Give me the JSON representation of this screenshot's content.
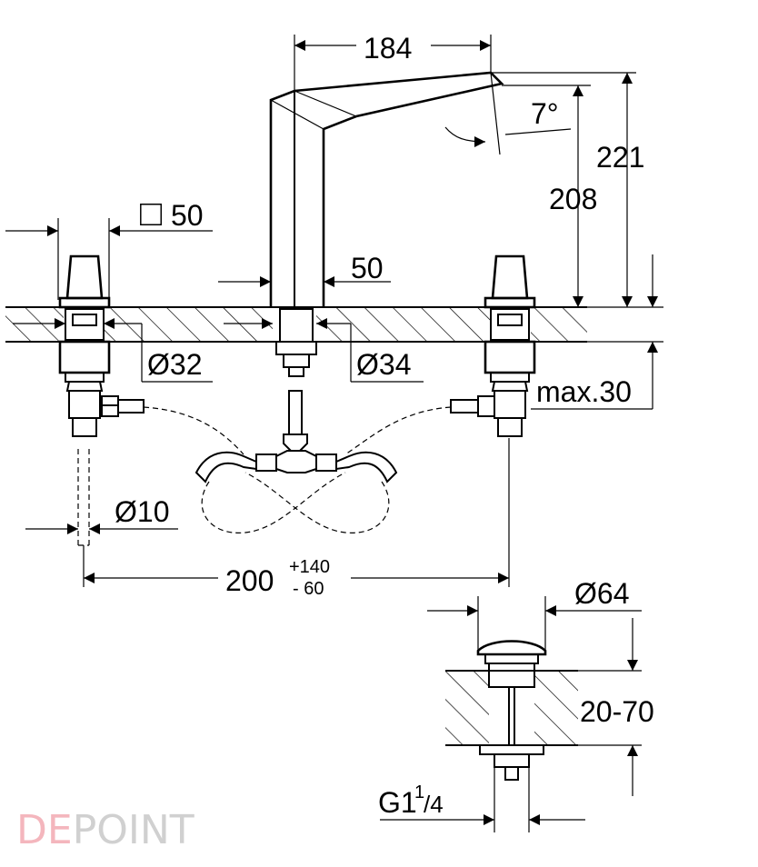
{
  "dimensions": {
    "spout_reach": "184",
    "spout_angle": "7°",
    "total_height": "221",
    "spout_height": "208",
    "handle_square_symbol": "□",
    "handle_square": "50",
    "spout_width": "50",
    "handle_hole_dia": "Ø32",
    "spout_hole_dia": "Ø34",
    "max_thickness": "max.30",
    "hose_dia": "Ø10",
    "center_distance": "200",
    "center_tol_plus": "+140",
    "center_tol_minus": "- 60",
    "drain_dia": "Ø64",
    "drain_range": "20-70",
    "drain_thread_base": "G1",
    "drain_thread_num": "1",
    "drain_thread_den": "/4"
  },
  "watermark": {
    "text": "DEPOINT",
    "color_de": "#f4b6bd",
    "color_rest": "#d0d0d0"
  }
}
